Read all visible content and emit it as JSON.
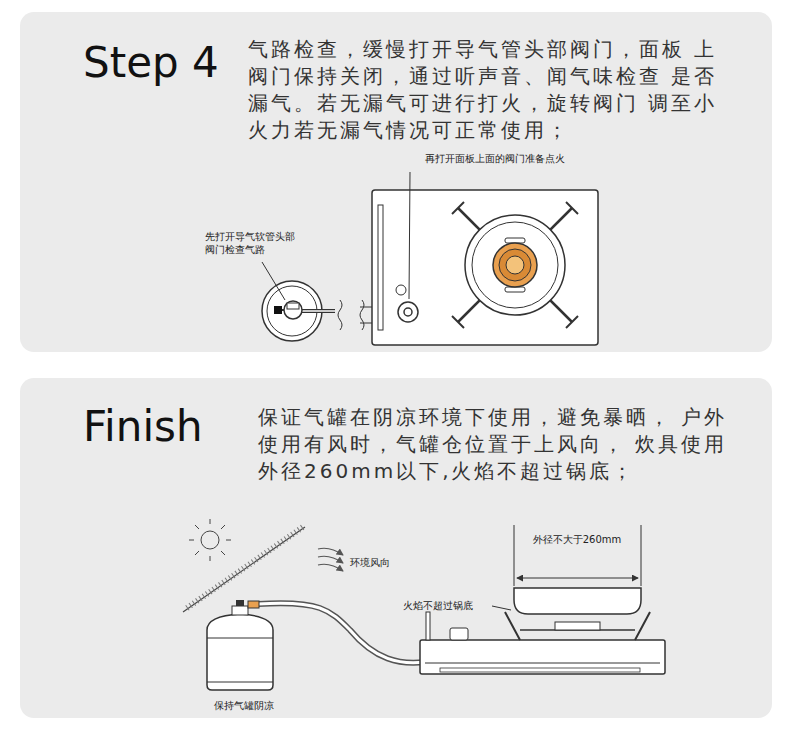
{
  "diagram": {
    "nodes": [
      {
        "text": [
          "Step 4",
          "气路检查，缓慢打开导气管头部阀门，面板 上阀门保持关闭，通过听声音、闻气味检查 是否漏气。若无漏气可进行打火，旋转阀门 调至小火力若无漏气情况可正常使用；"
        ]
      },
      {
        "text": [
          "Finish",
          "保证气罐在阴凉环境下使用，避免暴晒， 户外使用有风时，气罐仓位置于上风向， 炊具使用外径260mm以下,火焰不超过锅底；"
        ]
      }
    ],
    "labels": [
      "再打开面板上面的阀门准备点火",
      "先打开导气软管头部阀门检查气路",
      "环境风向",
      "外径不大于260mm",
      "火焰不超过锅底",
      "保持气罐阴凉"
    ]
  }
}
